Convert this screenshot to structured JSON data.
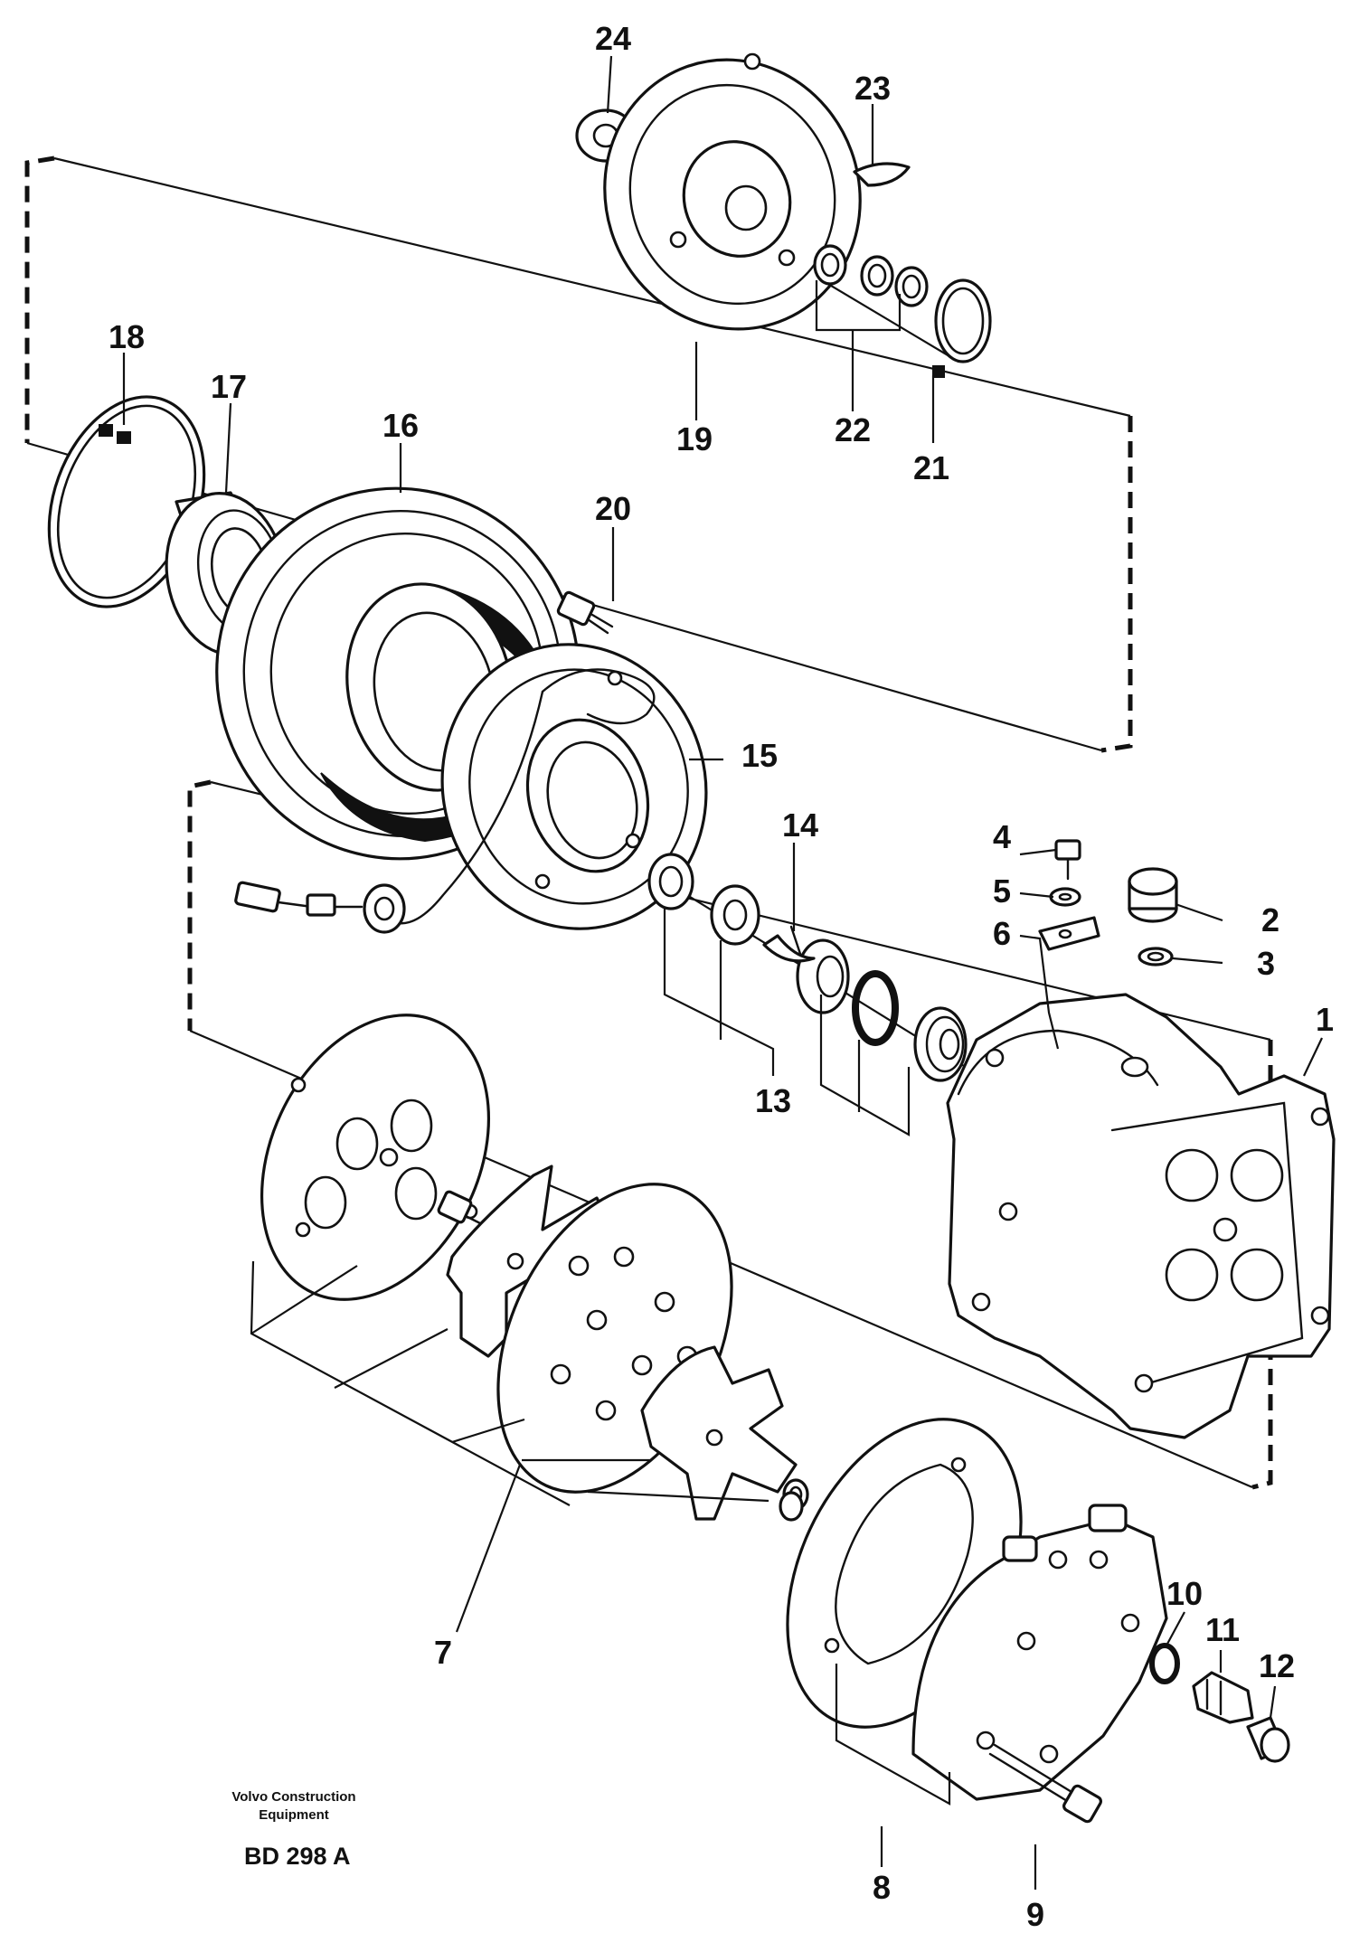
{
  "callouts": [
    "1",
    "2",
    "3",
    "4",
    "5",
    "6",
    "7",
    "8",
    "9",
    "10",
    "11",
    "12",
    "13",
    "14",
    "15",
    "16",
    "17",
    "18",
    "19",
    "20",
    "21",
    "22",
    "23",
    "24"
  ],
  "footer": {
    "company_line1": "Volvo Construction",
    "company_line2": "Equipment",
    "code": "BD 298 A"
  }
}
